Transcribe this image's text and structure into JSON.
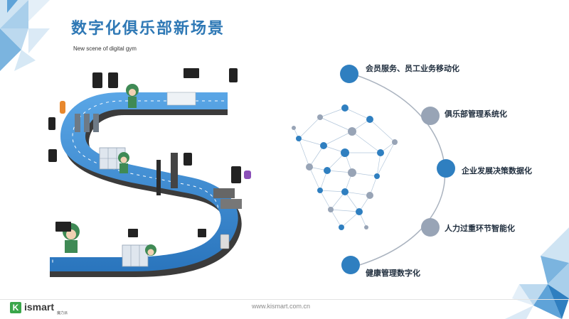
{
  "title": "数字化俱乐部新场景",
  "subtitle": "New scene of digital gym",
  "scenes": [
    {
      "label": "会员服务、员工业务移动化"
    },
    {
      "label": "俱乐部管理系统化"
    },
    {
      "label": "企业发展决策数据化"
    },
    {
      "label": "人力过重环节智能化"
    },
    {
      "label": "健康管理数字化"
    }
  ],
  "brand": {
    "name": "ismart",
    "initial": "K",
    "sub": "魔力派",
    "url": "www.kismart.com.cn"
  },
  "colors": {
    "accent": "#2e78b5",
    "dot_dark": "#2f7fc0",
    "dot_gray": "#98a4b6",
    "road": "#3d8fd6"
  },
  "icons": [
    "k-logo-icon",
    "network-head-icon",
    "s-road-illustration"
  ]
}
